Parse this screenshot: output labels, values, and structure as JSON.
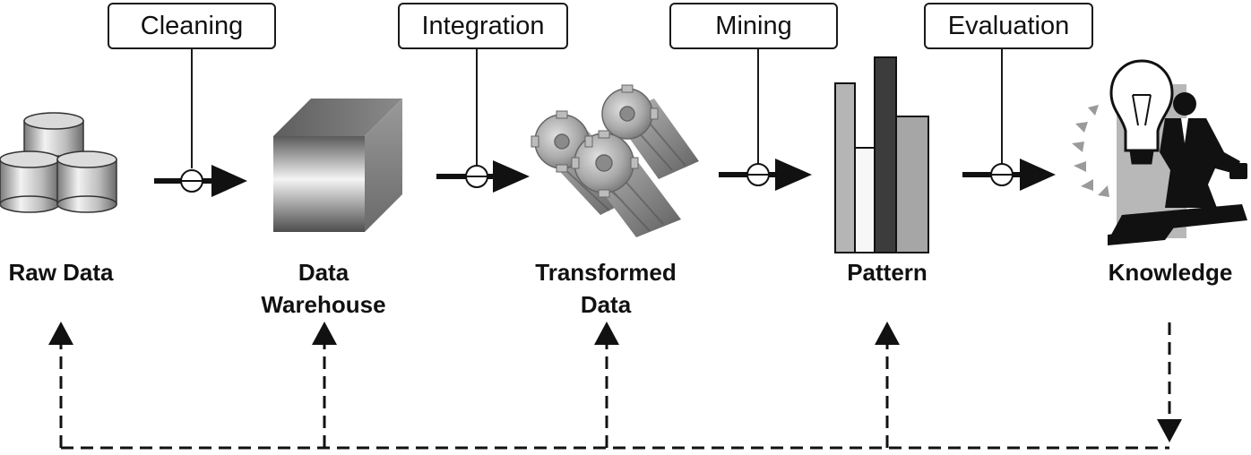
{
  "stages": [
    {
      "label": "Cleaning"
    },
    {
      "label": "Integration"
    },
    {
      "label": "Mining"
    },
    {
      "label": "Evaluation"
    }
  ],
  "nodes": [
    {
      "lines": [
        "Raw Data"
      ],
      "icon": "database-cylinders-icon"
    },
    {
      "lines": [
        "Data",
        "Warehouse"
      ],
      "icon": "cube-icon"
    },
    {
      "lines": [
        "Transformed",
        "Data"
      ],
      "icon": "gears-icon"
    },
    {
      "lines": [
        "Pattern"
      ],
      "icon": "bar-chart-icon"
    },
    {
      "lines": [
        "Knowledge"
      ],
      "icon": "lightbulb-businessman-icon"
    }
  ],
  "colors": {
    "ink": "#111111",
    "light_gray": "#b5b5b5",
    "mid_gray": "#8c8c8c",
    "dark_gray": "#3c3c3c",
    "panel_gray": "#b8b8b8"
  }
}
